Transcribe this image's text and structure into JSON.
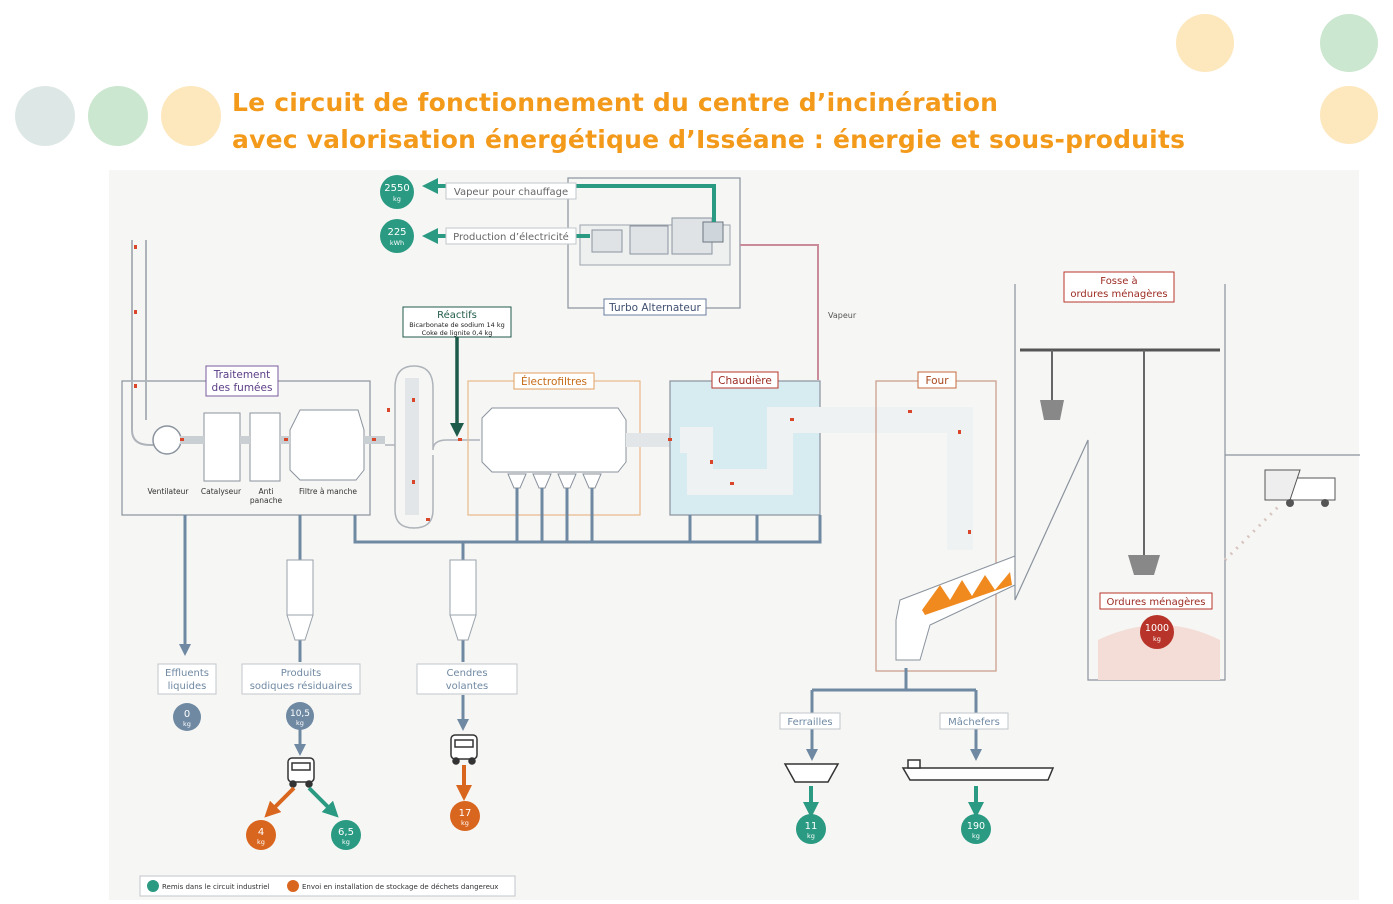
{
  "title": {
    "line1": "Le circuit de fonctionnement du centre d’incinération",
    "line2": "avec valorisation énergétique d’Isséane : énergie et sous-produits"
  },
  "colors": {
    "orange_title": "#f39a1b",
    "teal": "#2a9a82",
    "orange_output": "#d9661f",
    "steel_blue": "#6f89a3",
    "red": "#b8342a",
    "dot_beige": "#fde7bd",
    "dot_green": "#cbe7cf",
    "dot_grey": "#dde8e6"
  },
  "labels": {
    "vapeur_chauffage": "Vapeur pour chauffage",
    "production_electricite": "Production d’électricité",
    "turbo": "Turbo Alternateur",
    "vapeur": "Vapeur",
    "reactifs_title": "Réactifs",
    "reactifs_line1": "Bicarbonate de sodium 14 kg",
    "reactifs_line2": "Coke de lignite 0,4 kg",
    "traitement_line1": "Traitement",
    "traitement_line2": "des fumées",
    "electrofiltres": "Électrofiltres",
    "chaudiere": "Chaudière",
    "four": "Four",
    "fosse_line1": "Fosse à",
    "fosse_line2": "ordures ménagères",
    "ventilateur": "Ventilateur",
    "catalyseur": "Catalyseur",
    "anti_panache_line1": "Anti",
    "anti_panache_line2": "panache",
    "filtre": "Filtre à manche",
    "ordures": "Ordures ménagères",
    "effluents_line1": "Effluents",
    "effluents_line2": "liquides",
    "produits_line1": "Produits",
    "produits_line2": "sodiques résiduaires",
    "cendres_line1": "Cendres",
    "cendres_line2": "volantes",
    "ferrailles": "Ferrailles",
    "machefers": "Mâchefers"
  },
  "badges": {
    "vapeur": {
      "value": "2550",
      "unit": "kg"
    },
    "elec": {
      "value": "225",
      "unit": "kWh"
    },
    "ordures": {
      "value": "1000",
      "unit": "kg"
    },
    "effluents": {
      "value": "0",
      "unit": "kg"
    },
    "produits": {
      "value": "10,5",
      "unit": "kg"
    },
    "produits_danger": {
      "value": "4",
      "unit": "kg"
    },
    "produits_recycle": {
      "value": "6,5",
      "unit": "kg"
    },
    "cendres": {
      "value": "17",
      "unit": "kg"
    },
    "ferrailles": {
      "value": "11",
      "unit": "kg"
    },
    "machefers": {
      "value": "190",
      "unit": "kg"
    }
  },
  "legend": {
    "teal_text": "Remis dans le circuit industriel",
    "orange_text": "Envoi en installation de stockage de déchets dangereux"
  }
}
